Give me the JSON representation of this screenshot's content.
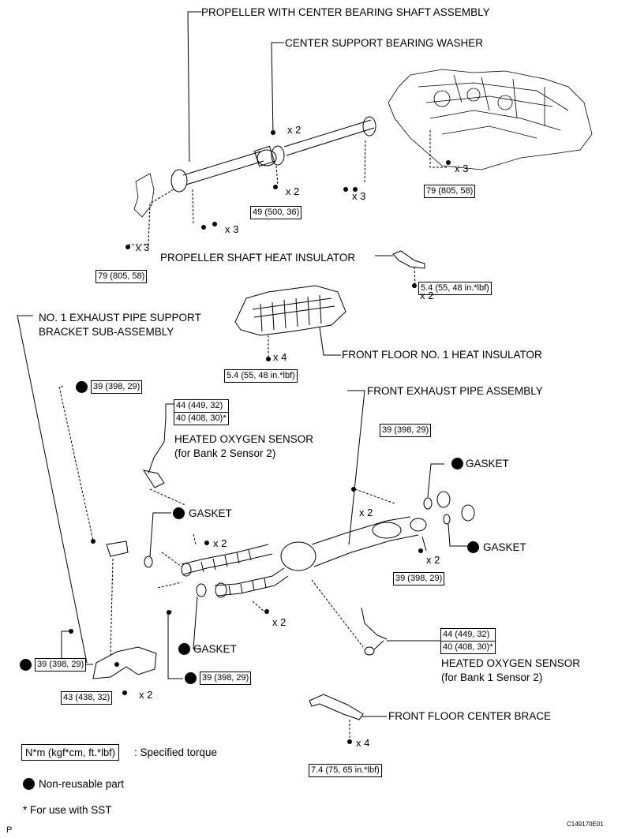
{
  "labels": {
    "propeller_assembly": "PROPELLER WITH CENTER BEARING SHAFT ASSEMBLY",
    "center_washer": "CENTER SUPPORT BEARING WASHER",
    "propeller_heat_insulator": "PROPELLER SHAFT HEAT INSULATOR",
    "no1_bracket_line1": "NO. 1 EXHAUST PIPE SUPPORT",
    "no1_bracket_line2": "BRACKET SUB-ASSEMBLY",
    "front_floor_heat_insulator": "FRONT FLOOR NO. 1 HEAT INSULATOR",
    "front_exhaust_pipe": "FRONT EXHAUST PIPE ASSEMBLY",
    "ho2_bank2_line1": "HEATED OXYGEN SENSOR",
    "ho2_bank2_line2": "(for Bank 2 Sensor 2)",
    "ho2_bank1_line1": "HEATED OXYGEN SENSOR",
    "ho2_bank1_line2": "(for Bank 1 Sensor 2)",
    "gasket": "GASKET",
    "front_floor_brace": "FRONT FLOOR CENTER BRACE"
  },
  "quantities": {
    "x2": "x 2",
    "x3": "x 3",
    "x4": "x 4"
  },
  "torques": {
    "t79": "79 (805, 58)",
    "t49": "49 (500, 36)",
    "t54": "5.4 (55, 48 in.*lbf)",
    "t39": "39 (398, 29)",
    "t44": "44 (449, 32)",
    "t40sst": "40 (408, 30)*",
    "t43": "43 (438, 32)",
    "t74": "7.4 (75, 65 in.*lbf)"
  },
  "legend": {
    "torque_format": "N*m (kgf*cm, ft.*lbf)",
    "torque_desc": ": Specified torque",
    "nonreusable": "Non-reusable part",
    "sst": "* For use with SST"
  },
  "page_code": "P",
  "figure_id": "C149170E01"
}
